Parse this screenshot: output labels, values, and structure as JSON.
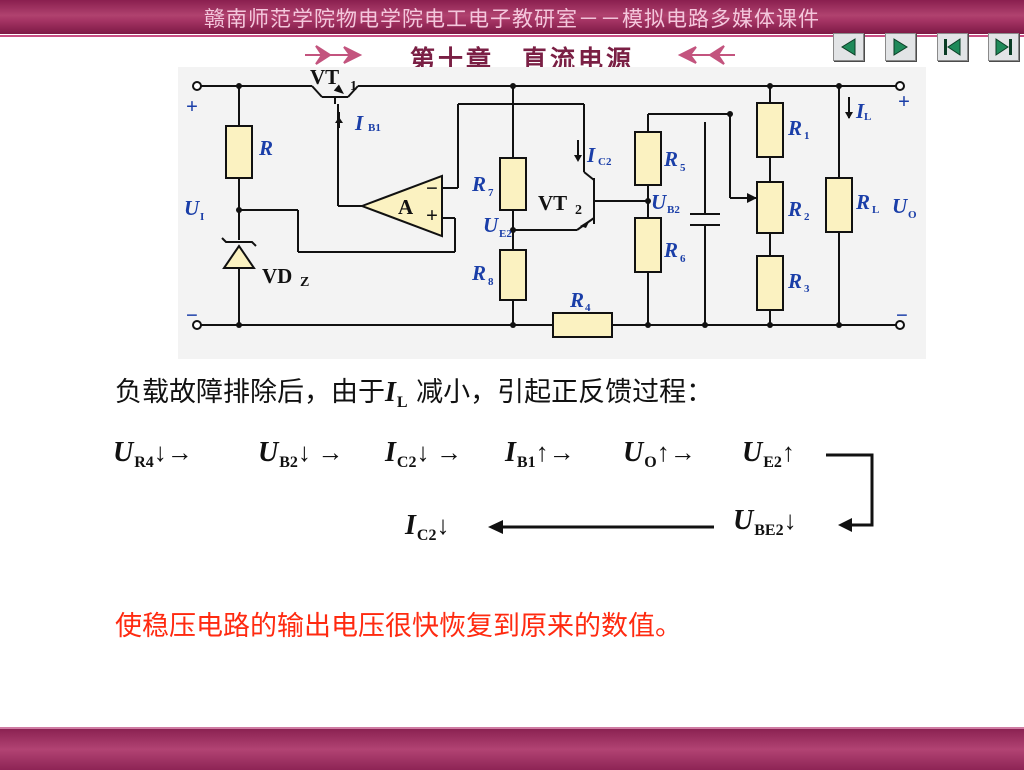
{
  "header": {
    "title": "赣南师范学院物电学院电工电子教研室－－模拟电路多媒体课件",
    "chapter": "第十章　直流电源"
  },
  "nav_buttons": [
    {
      "name": "prev-slide-button",
      "icon": "arrow-left-icon"
    },
    {
      "name": "next-slide-button",
      "icon": "arrow-right-icon"
    },
    {
      "name": "first-slide-button",
      "icon": "skip-first-icon"
    },
    {
      "name": "last-slide-button",
      "icon": "skip-last-icon"
    }
  ],
  "circuit": {
    "plus_left": "+",
    "minus_left": "−",
    "plus_right": "+",
    "minus_right": "−",
    "vt1": "VT",
    "vt1_sub": "1",
    "r": "R",
    "ui": "U",
    "ui_sub": "I",
    "vdz": "VD",
    "vdz_sub": "Z",
    "ib1": "I",
    "ib1_sub": "B1",
    "amp": "A",
    "amp_minus": "−",
    "amp_plus": "+",
    "r7": "R",
    "r7_sub": "7",
    "ue2": "U",
    "ue2_sub": "E2",
    "r8": "R",
    "r8_sub": "8",
    "vt2": "VT",
    "vt2_sub": "2",
    "ic2": "I",
    "ic2_sub": "C2",
    "r5": "R",
    "r5_sub": "5",
    "ub2": "U",
    "ub2_sub": "B2",
    "r6": "R",
    "r6_sub": "6",
    "r4": "R",
    "r4_sub": "4",
    "r1": "R",
    "r1_sub": "1",
    "r2": "R",
    "r2_sub": "2",
    "r3": "R",
    "r3_sub": "3",
    "il": "I",
    "il_sub": "L",
    "rl": "R",
    "rl_sub": "L",
    "uo": "U",
    "uo_sub": "O"
  },
  "text": {
    "sentence_a": "负载故障排除后，由于",
    "sentence_var": "I",
    "sentence_sub": "L",
    "sentence_b": " 减小，引起正反馈过程：",
    "conclusion": "使稳压电路的输出电压很快恢复到原来的数值。"
  },
  "chain": [
    {
      "sym": "U",
      "sub": "R4",
      "arrow": "↓→"
    },
    {
      "sym": "U",
      "sub": "B2",
      "arrow": "↓ →"
    },
    {
      "sym": "I",
      "sub": "C2",
      "arrow": "↓ →"
    },
    {
      "sym": "I",
      "sub": "B1",
      "arrow": "↑→"
    },
    {
      "sym": "U",
      "sub": "O",
      "arrow": "↑→"
    },
    {
      "sym": "U",
      "sub": "E2",
      "arrow": "↑"
    }
  ],
  "chain_return": {
    "ube2_sym": "U",
    "ube2_sub": "BE2",
    "ube2_arrow": "↓",
    "ic2_sym": "I",
    "ic2_sub": "C2",
    "ic2_arrow": "↓"
  },
  "colors": {
    "banner": "#a53464",
    "conclusion": "#ff2a10",
    "component_fill": "#fbf2c1",
    "label_blue": "#1a3ea8"
  }
}
